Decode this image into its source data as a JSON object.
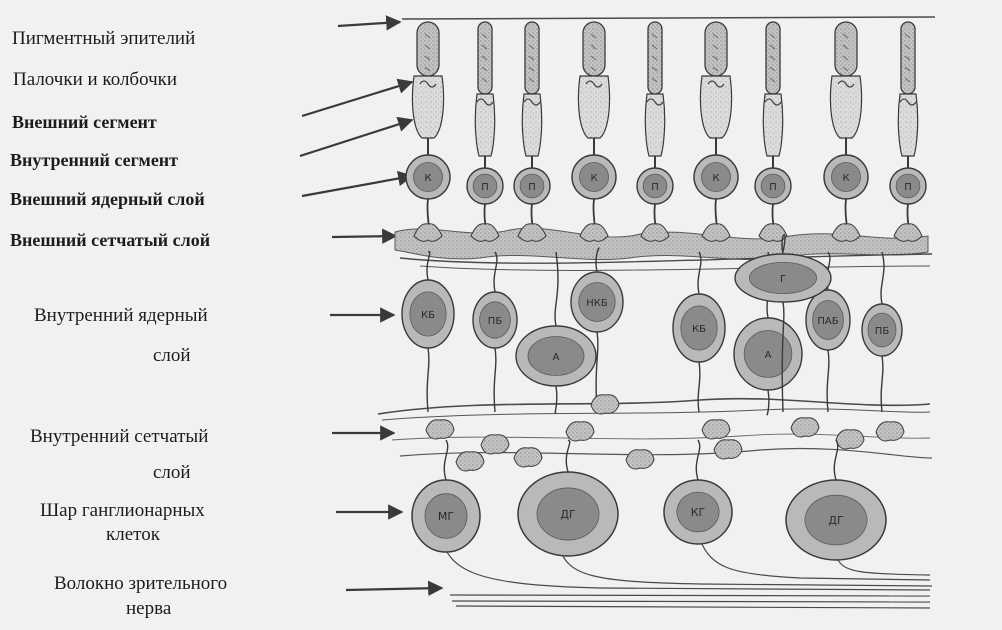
{
  "labels": {
    "pigment_epithelium": "Пигментный эпителий",
    "rods_and_cones": "Палочки и колбочки",
    "outer_segment": "Внешний сегмент",
    "inner_segment": "Внутренний сегмент",
    "outer_nuclear_layer": "Внешний ядерный слой",
    "outer_plexiform_layer": "Внешний сетчатый слой",
    "inner_nuclear_layer_1": "Внутренний ядерный",
    "inner_nuclear_layer_2": "слой",
    "inner_plexiform_layer_1": "Внутренний сетчатый",
    "inner_plexiform_layer_2": "слой",
    "ganglion_layer_1": "Шар ганглионарных",
    "ganglion_layer_2": "клеток",
    "optic_fiber_1": "Волокно зрительного",
    "optic_fiber_2": "нерва"
  },
  "photoreceptors": [
    {
      "type": "cone",
      "label": "К"
    },
    {
      "type": "rod",
      "label": "П"
    },
    {
      "type": "rod",
      "label": "П"
    },
    {
      "type": "cone",
      "label": "К"
    },
    {
      "type": "rod",
      "label": "П"
    },
    {
      "type": "cone",
      "label": "К"
    },
    {
      "type": "rod",
      "label": "П"
    },
    {
      "type": "cone",
      "label": "К"
    },
    {
      "type": "rod",
      "label": "П"
    }
  ],
  "inner_nuclear_cells": [
    {
      "label": "КБ"
    },
    {
      "label": "ПБ"
    },
    {
      "label": "НКБ"
    },
    {
      "label": "А"
    },
    {
      "label": "КБ"
    },
    {
      "label": "А"
    },
    {
      "label": "ПАБ"
    },
    {
      "label": "ПБ"
    },
    {
      "label": "Г"
    }
  ],
  "ganglion_cells": [
    {
      "label": "МГ"
    },
    {
      "label": "ДГ"
    },
    {
      "label": "КГ"
    },
    {
      "label": "ДГ"
    }
  ],
  "colors": {
    "ink": "#3a3a3a",
    "nucleus": "#8a8a8a",
    "cell_fill": "#b9b9b7",
    "background": "#f1f1ef"
  }
}
